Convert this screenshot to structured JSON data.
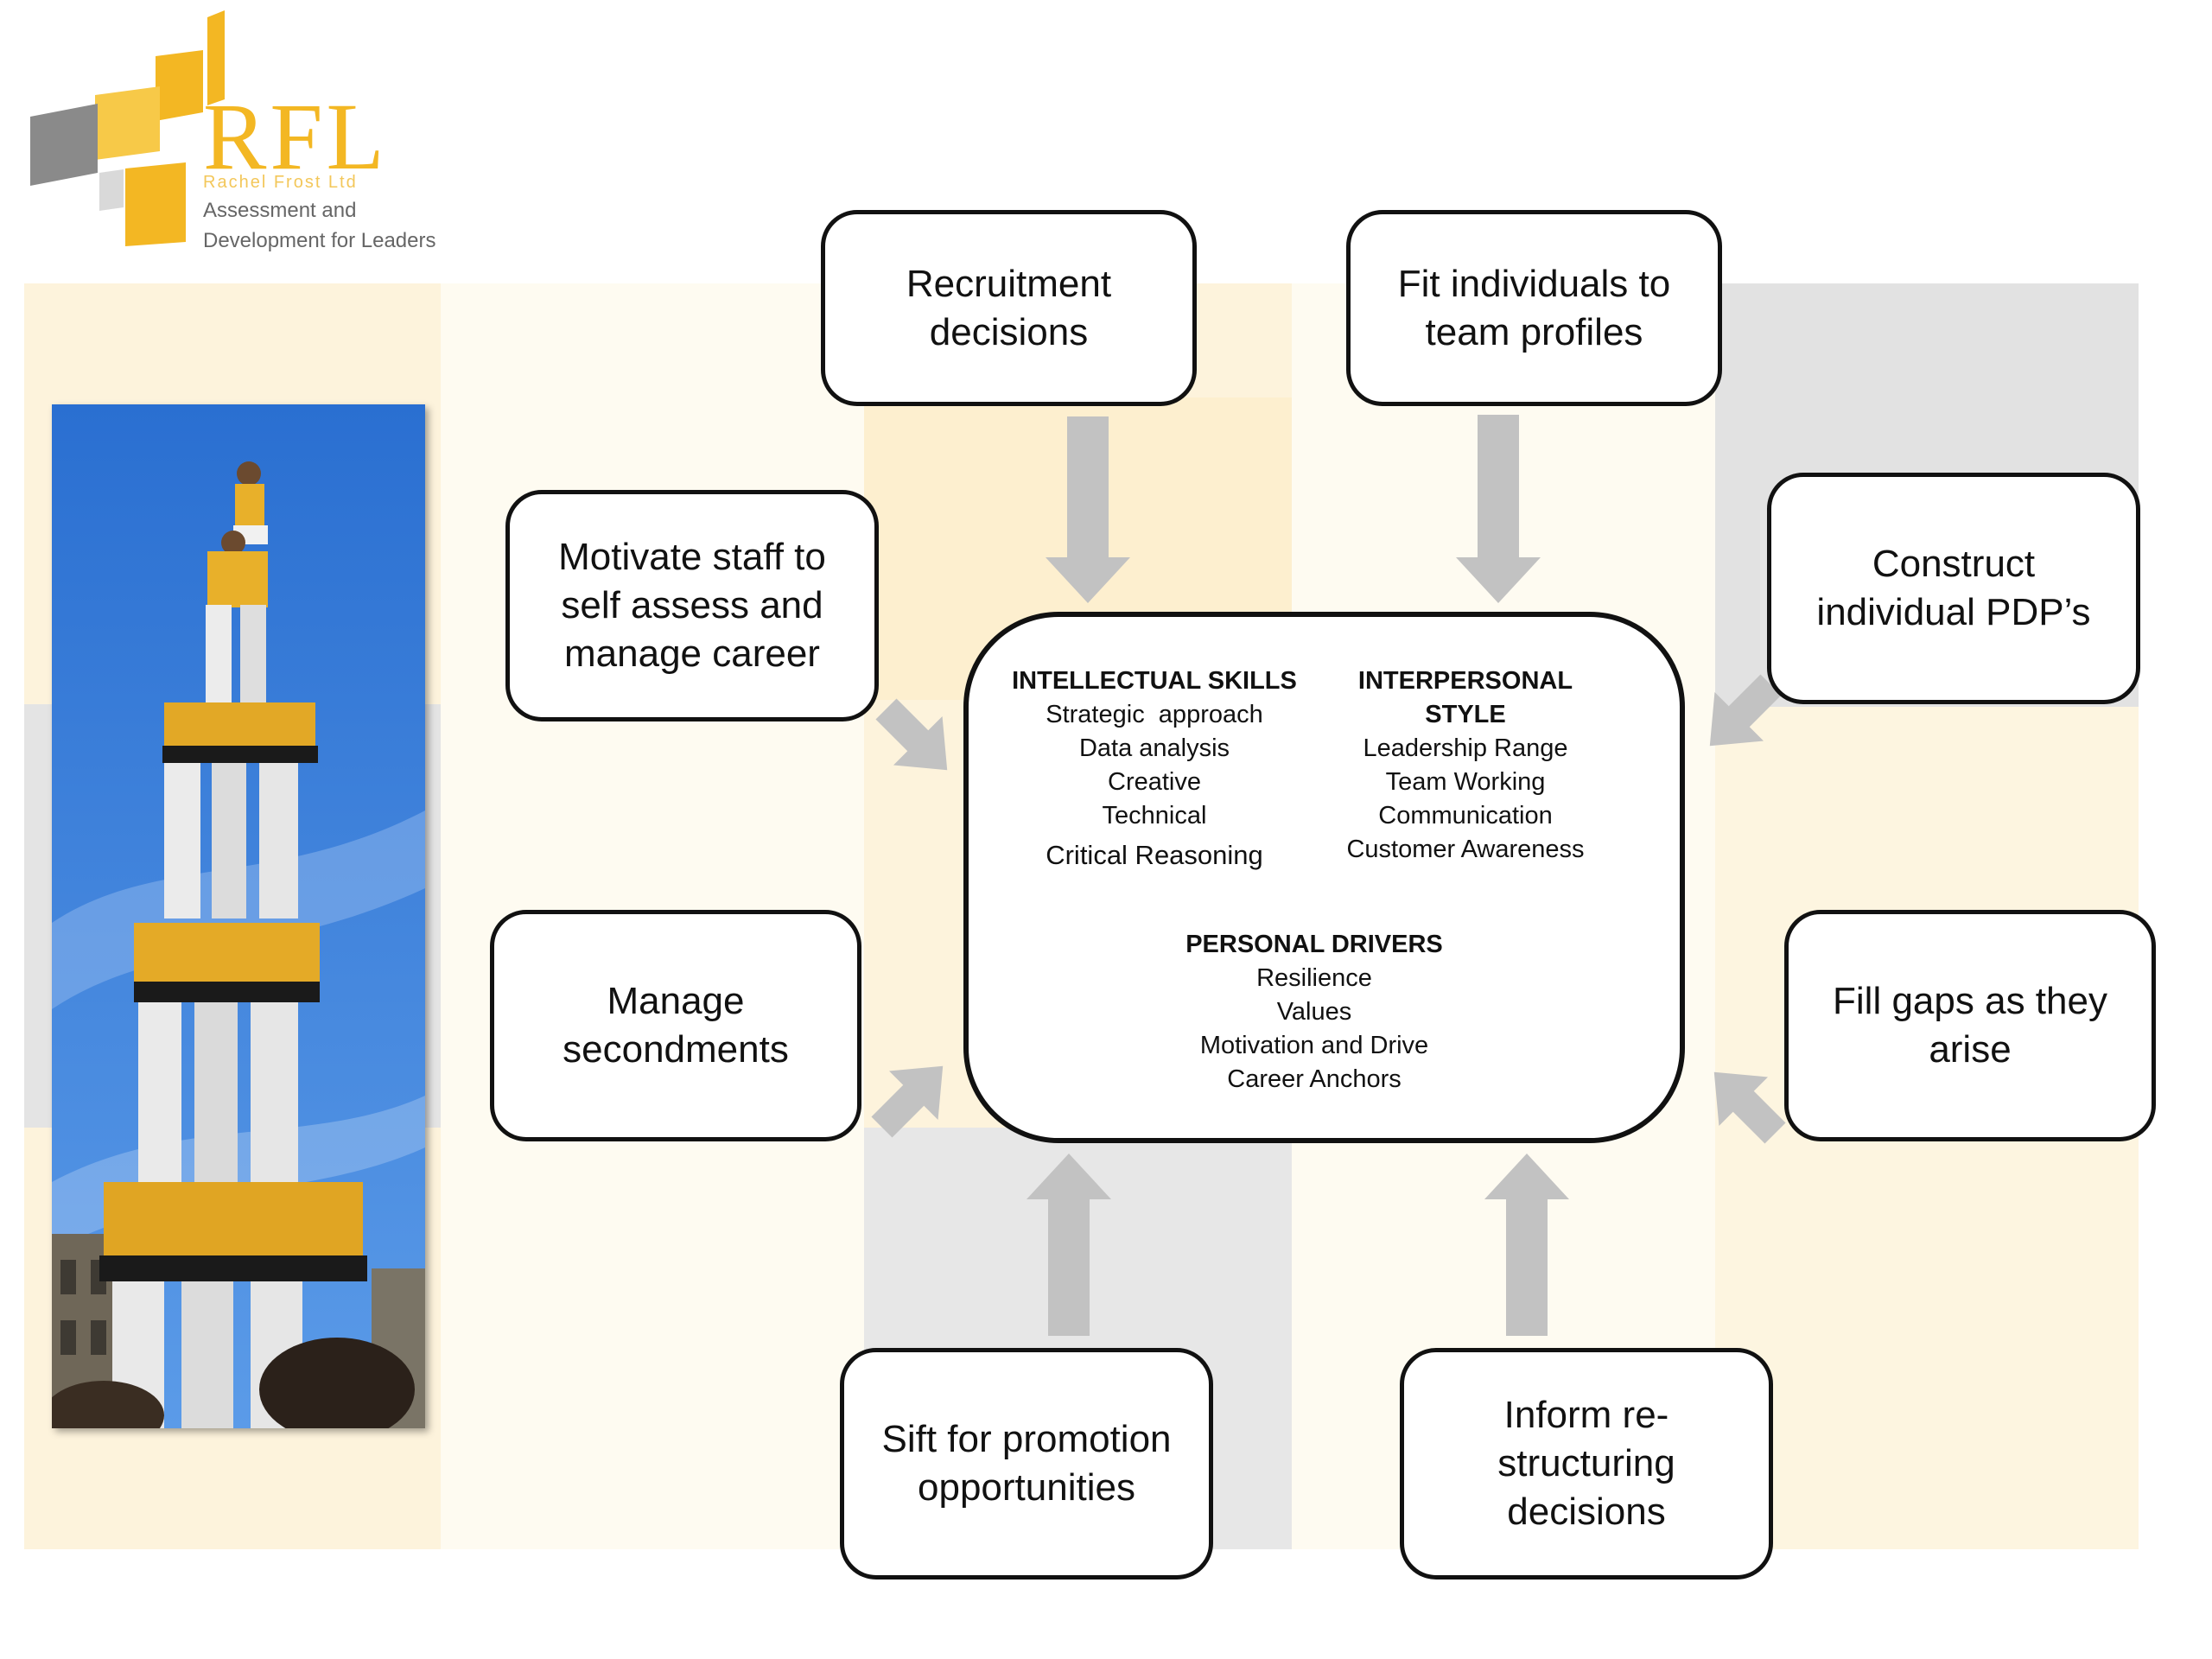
{
  "logo": {
    "brand": "RFL",
    "company": "Rachel Frost Ltd",
    "tagline_line1": "Assessment and",
    "tagline_line2": "Development for Leaders"
  },
  "center": {
    "intellectual": {
      "heading": "INTELLECTUAL SKILLS",
      "items": [
        "Strategic  approach",
        "Data analysis",
        "Creative",
        "Technical",
        "Critical Reasoning"
      ]
    },
    "interpersonal": {
      "heading": "INTERPERSONAL STYLE",
      "items": [
        "Leadership Range",
        "Team Working",
        "Communication",
        "Customer Awareness"
      ]
    },
    "drivers": {
      "heading": "PERSONAL DRIVERS",
      "items": [
        "Resilience",
        "Values",
        "Motivation and Drive",
        "Career Anchors"
      ]
    }
  },
  "boxes": {
    "recruitment": "Recruitment\ndecisions",
    "fit": "Fit individuals to\nteam profiles",
    "motivate": "Motivate staff to\nself assess and\nmanage career",
    "construct": "Construct\nindividual PDP’s",
    "secondments": "Manage\nsecondments",
    "fill": "Fill gaps as they\narise",
    "sift": "Sift for promotion\nopportunities",
    "inform": "Inform re-\nstructuring\ndecisions"
  },
  "colors": {
    "arrow": "#c2c2c2",
    "cream": "#fdf7e6",
    "light_cream": "#fefbf1",
    "peach": "#fdefcf",
    "grey_band": "#e5e5e5",
    "logo_yellow": "#f3b723",
    "logo_grey": "#8a8a8a"
  },
  "photo": {
    "subject": "human-tower-photo"
  }
}
